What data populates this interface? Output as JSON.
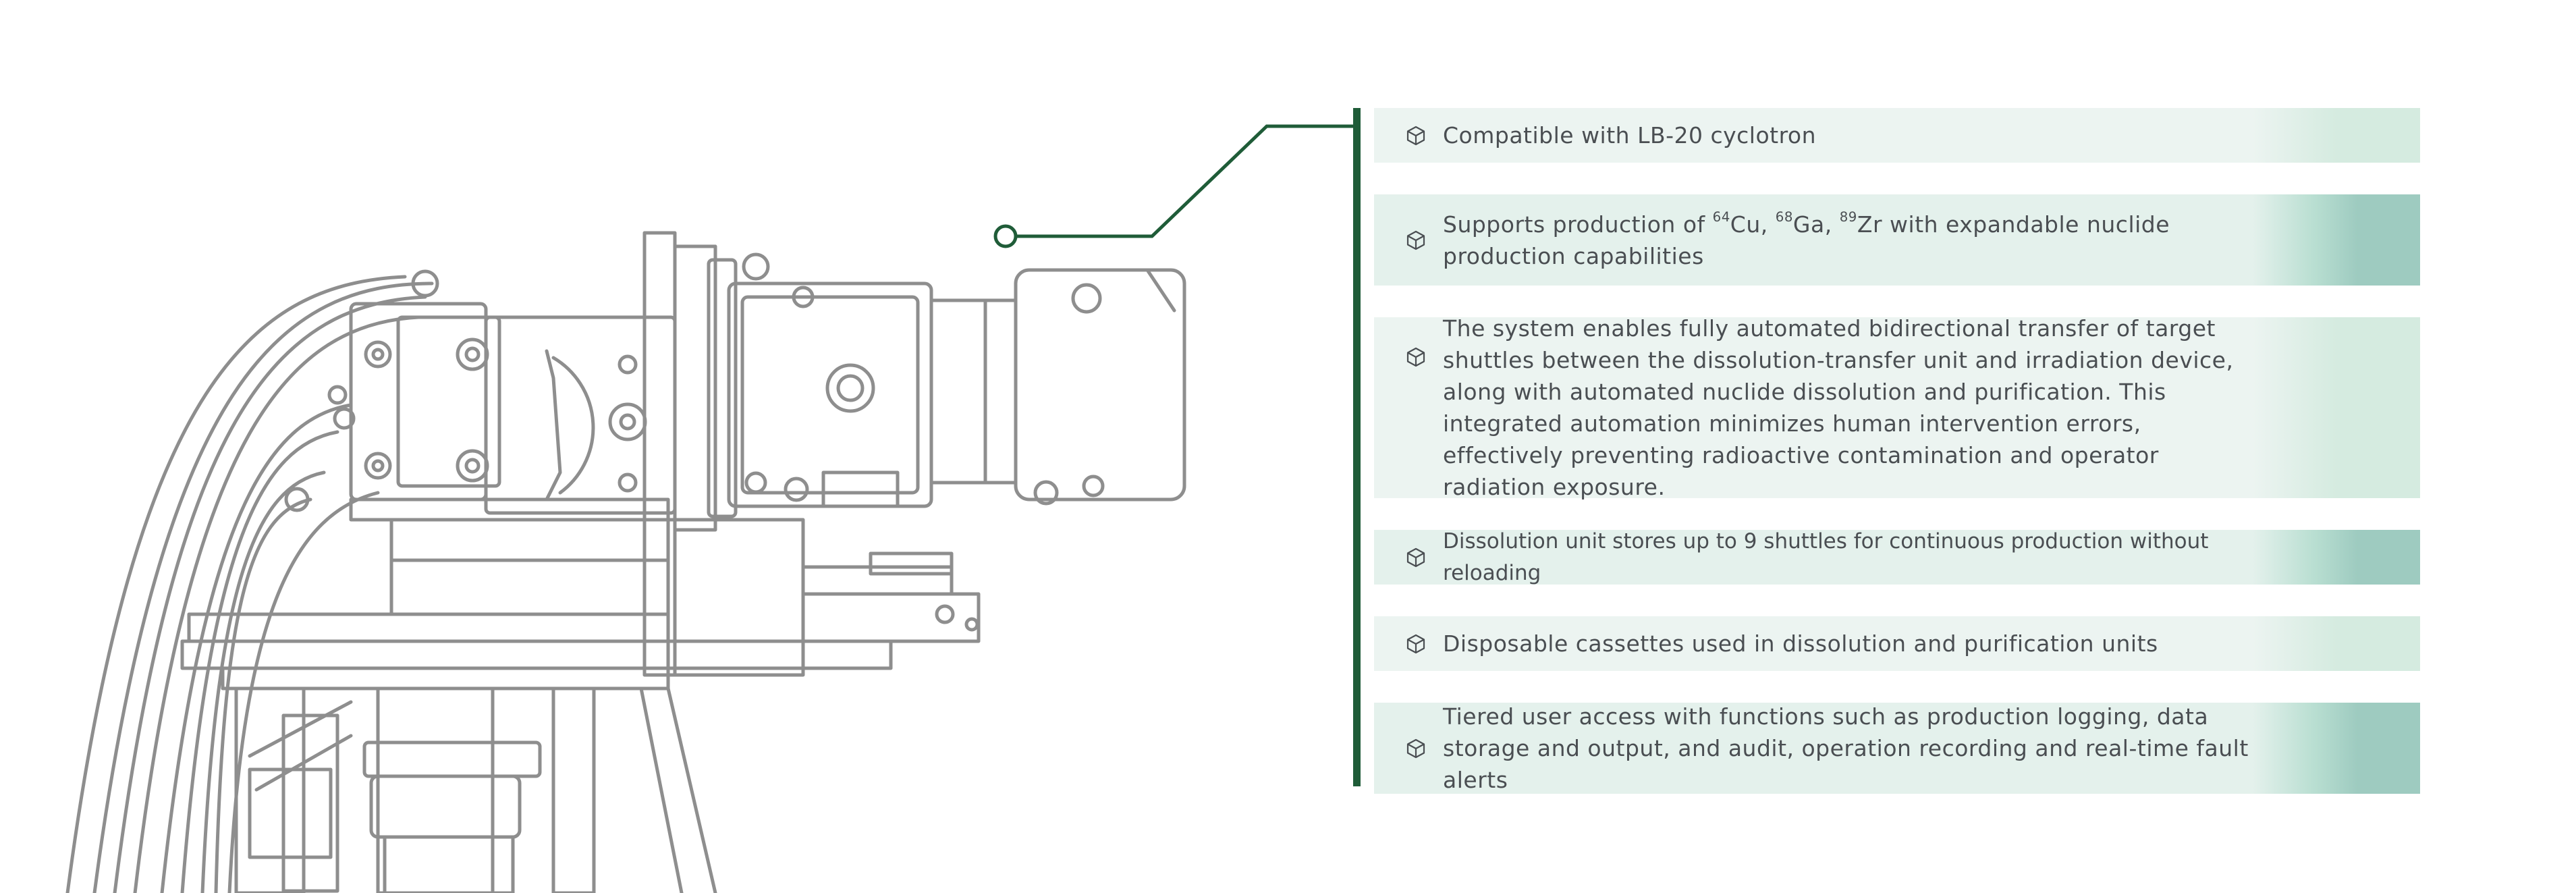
{
  "colors": {
    "accent_green": "#1f5c38",
    "row_light": "#ecf4f1",
    "row_mid": "#e4f1ec",
    "row_fade_light": "#d5ebe0",
    "row_fade_dark": "#9ecbc0",
    "text": "#4a4e52",
    "illustration_gray": "#8e8e8e"
  },
  "illustration": {
    "icon": "cyclotron-target-module-icon"
  },
  "features": [
    {
      "icon": "cube-icon",
      "text": "Compatible with LB-20 cyclotron"
    },
    {
      "icon": "cube-icon",
      "prefix": "Supports production of ",
      "nuclides": [
        {
          "mass": "64",
          "symbol": "Cu",
          "sep": ", "
        },
        {
          "mass": "68",
          "symbol": "Ga",
          "sep": ", "
        },
        {
          "mass": "89",
          "symbol": "Zr",
          "sep": ""
        }
      ],
      "suffix": " with expandable nuclide production capabilities"
    },
    {
      "icon": "cube-icon",
      "text": "The system enables fully automated bidirectional transfer of target shuttles between the dissolution-transfer unit and irradiation device, along with automated nuclide dissolution and purification. This integrated automation minimizes human intervention errors, effectively preventing radioactive contamination and operator radiation exposure."
    },
    {
      "icon": "cube-icon",
      "text": "Dissolution unit stores up to 9 shuttles for continuous production without reloading"
    },
    {
      "icon": "cube-icon",
      "text": "Disposable cassettes used in dissolution and purification units"
    },
    {
      "icon": "cube-icon",
      "text": "Tiered user access with functions such as production logging, data storage and output, and audit, operation recording and real-time fault alerts"
    }
  ]
}
